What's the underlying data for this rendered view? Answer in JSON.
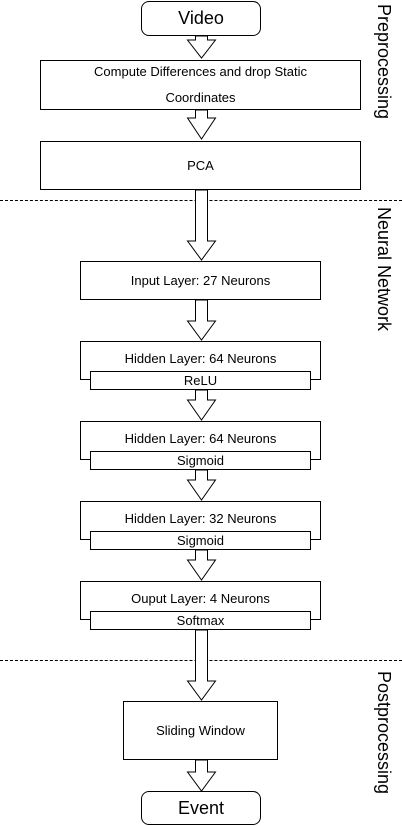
{
  "flow": {
    "video": "Video",
    "compute_differences_line1": "Compute Differences and drop Static",
    "compute_differences_line2": "Coordinates",
    "pca": "PCA",
    "input_layer": "Input Layer: 27 Neurons",
    "hidden1": {
      "title": "Hidden Layer: 64 Neurons",
      "activation": "ReLU"
    },
    "hidden2": {
      "title": "Hidden Layer: 64 Neurons",
      "activation": "Sigmoid"
    },
    "hidden3": {
      "title": "Hidden Layer: 32 Neurons",
      "activation": "Sigmoid"
    },
    "output": {
      "title": "Ouput Layer: 4 Neurons",
      "activation": "Softmax"
    },
    "sliding_window": "Sliding Window",
    "event": "Event"
  },
  "sections": {
    "preprocessing": "Preprocessing",
    "neural_network": "Neural Network",
    "postprocessing": "Postprocessing"
  }
}
